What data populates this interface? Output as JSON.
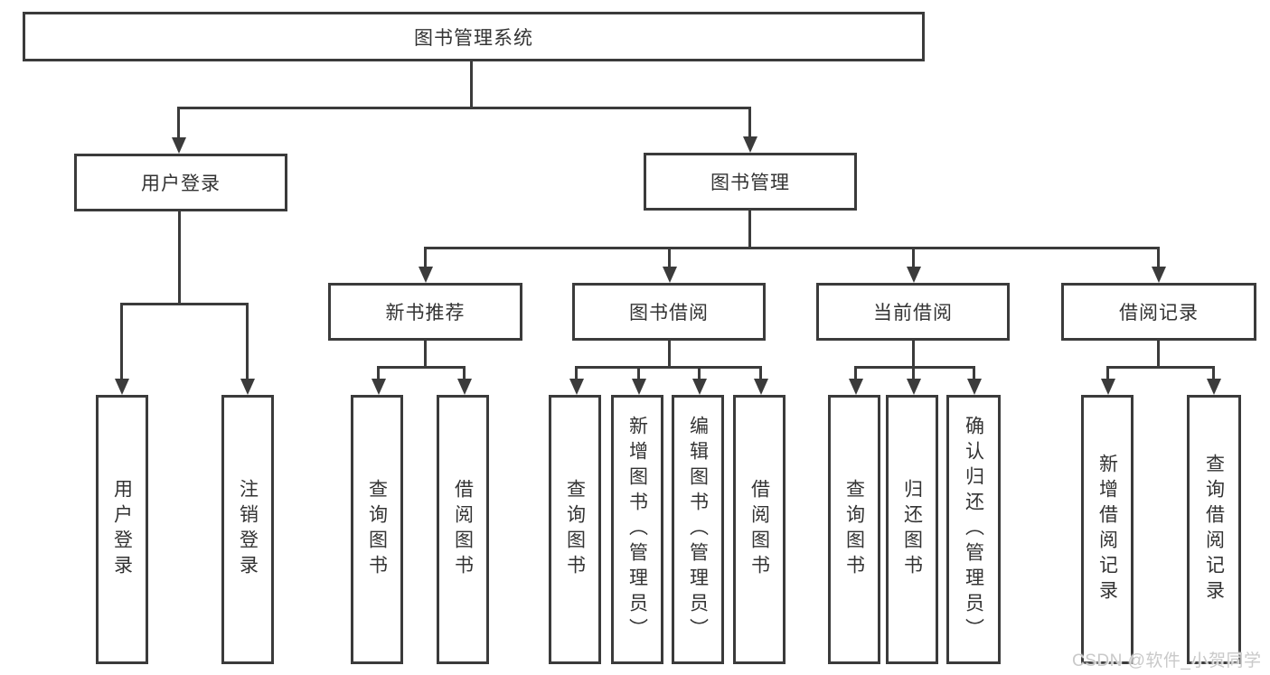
{
  "diagram": {
    "title_node": {
      "label": "图书管理系统"
    },
    "level2": [
      {
        "label": "用户登录"
      },
      {
        "label": "图书管理"
      }
    ],
    "level3": [
      {
        "label": "新书推荐",
        "parent": "图书管理"
      },
      {
        "label": "图书借阅",
        "parent": "图书管理"
      },
      {
        "label": "当前借阅",
        "parent": "图书管理"
      },
      {
        "label": "借阅记录",
        "parent": "图书管理"
      }
    ],
    "leaves": [
      {
        "label": "用户登录",
        "parent": "用户登录"
      },
      {
        "label": "注销登录",
        "parent": "用户登录"
      },
      {
        "label": "查询图书",
        "parent": "新书推荐"
      },
      {
        "label": "借阅图书",
        "parent": "新书推荐"
      },
      {
        "label": "查询图书",
        "parent": "图书借阅"
      },
      {
        "label": "新增图书（管理员）",
        "parent": "图书借阅"
      },
      {
        "label": "编辑图书（管理员）",
        "parent": "图书借阅"
      },
      {
        "label": "借阅图书",
        "parent": "图书借阅"
      },
      {
        "label": "查询图书",
        "parent": "当前借阅"
      },
      {
        "label": "归还图书",
        "parent": "当前借阅"
      },
      {
        "label": "确认归还（管理员）",
        "parent": "当前借阅"
      },
      {
        "label": "新增借阅记录",
        "parent": "借阅记录"
      },
      {
        "label": "查询借阅记录",
        "parent": "借阅记录"
      }
    ]
  },
  "watermark": {
    "text": "CSDN @软件_小贺同学"
  },
  "colors": {
    "line": "#3b3b3b",
    "box_border": "#3b3b3b",
    "text": "#333333",
    "watermark": "#c9c9c9",
    "background": "#ffffff"
  }
}
